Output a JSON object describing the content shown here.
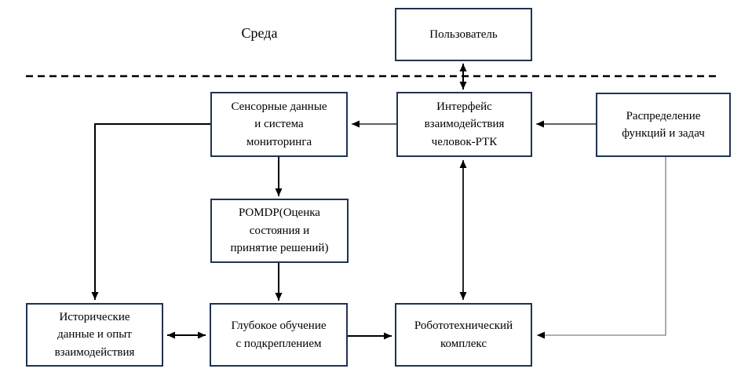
{
  "diagram": {
    "environment_label": "Среда",
    "nodes": {
      "user": {
        "label": "Пользователь"
      },
      "sensor": {
        "label": "Сенсорные данные\nи система\nмониторинга"
      },
      "interface": {
        "label": "Интерфейс\nвзаимодействия\nчеловок-РТК"
      },
      "allocation": {
        "label": "Распределение\nфункций и задач"
      },
      "pomdp": {
        "label": "POMDP(Оценка\nсостояния и\nпринятие решений)"
      },
      "history": {
        "label": "Исторические\nданные и опыт\nвзаимодействия"
      },
      "drl": {
        "label": "Глубокое обучение\nс подкреплением"
      },
      "rtc": {
        "label": "Робототехнический\nкомплекс"
      }
    },
    "colors": {
      "box_border": "#1f3352",
      "line": "#000000",
      "gray_line": "#808080",
      "background": "#ffffff",
      "text": "#000000"
    }
  }
}
